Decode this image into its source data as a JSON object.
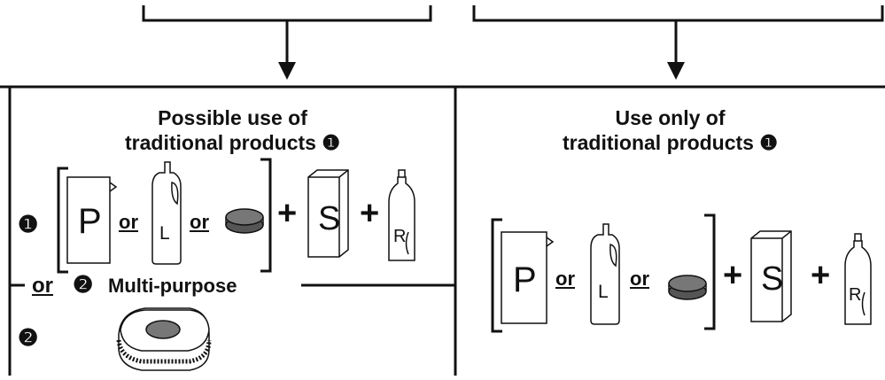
{
  "left_panel": {
    "title_line1": "Possible use of",
    "title_line2": "traditional products",
    "note_marker": "❶",
    "row1_marker": "❶",
    "row2_or": "or",
    "row2_marker": "❷",
    "row2_label": "Multi-purpose",
    "row3_marker": "❷"
  },
  "right_panel": {
    "title_line1": "Use only of",
    "title_line2": "traditional products",
    "note_marker": "❶"
  },
  "product_row": {
    "powder_letter": "P",
    "or_text": "or",
    "liquid_letter": "L",
    "plus_text": "+",
    "salt_letter": "S",
    "rinse_letter": "R"
  }
}
